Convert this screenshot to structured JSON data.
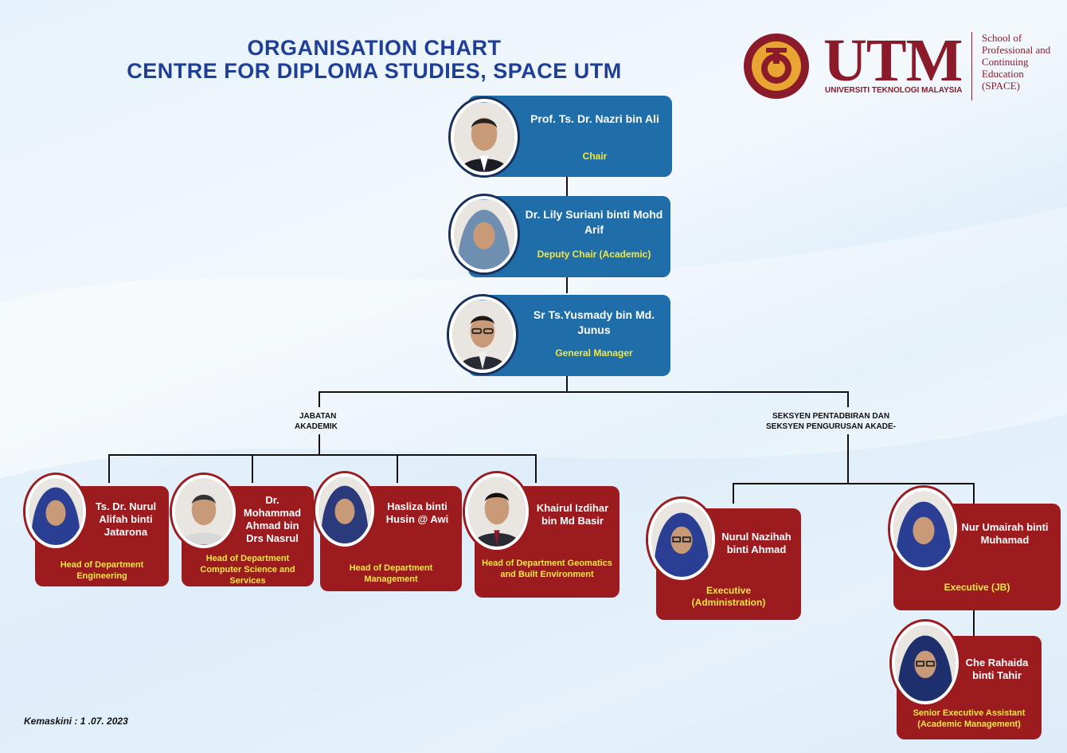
{
  "title": {
    "line1": "ORGANISATION CHART",
    "line2": "CENTRE FOR DIPLOMA STUDIES, SPACE UTM"
  },
  "logo": {
    "wordmark": "UTM",
    "university": "UNIVERSITI TEKNOLOGI MALAYSIA",
    "school_lines": [
      "School of",
      "Professional and",
      "Continuing",
      "Education",
      "(SPACE)"
    ]
  },
  "top": [
    {
      "name": "Prof. Ts. Dr. Nazri bin Ali",
      "role": "Chair"
    },
    {
      "name": "Dr. Lily Suriani binti Mohd Arif",
      "role": "Deputy Chair (Academic)"
    },
    {
      "name": "Sr Ts.Yusmady bin Md. Junus",
      "role": "General Manager"
    }
  ],
  "sections": {
    "academic": {
      "line1": "JABATAN",
      "line2": "AKADEMIK"
    },
    "admin": {
      "line1": "SEKSYEN PENTADBIRAN DAN",
      "line2": "SEKSYEN PENGURUSAN AKADE-"
    }
  },
  "departments": [
    {
      "name": "Ts. Dr. Nurul Alifah binti Jatarona",
      "role": "Head of Department Engineering"
    },
    {
      "name": "Dr. Mohammad Ahmad bin Drs Nasrul",
      "role": "Head of Department Computer Science and Services"
    },
    {
      "name": "Hasliza binti Husin @ Awi",
      "role": "Head of Department Management"
    },
    {
      "name": "Khairul Izdihar bin Md Basir",
      "role": "Head of Department Geomatics and Built Environment"
    }
  ],
  "admin_staff": [
    {
      "name": "Nurul Nazihah binti Ahmad",
      "role": "Executive (Administration)"
    },
    {
      "name": "Nur Umairah binti Muhamad",
      "role": "Executive (JB)"
    },
    {
      "name": "Che Rahaida binti Tahir",
      "role": "Senior Executive Assistant (Academic Management)"
    }
  ],
  "footer": "Kemaskini : 1 .07. 2023",
  "colors": {
    "blue_card": "#1f6eaa",
    "red_card": "#9b1b1f",
    "title": "#1f3f96",
    "role_text": "#f4e742"
  }
}
